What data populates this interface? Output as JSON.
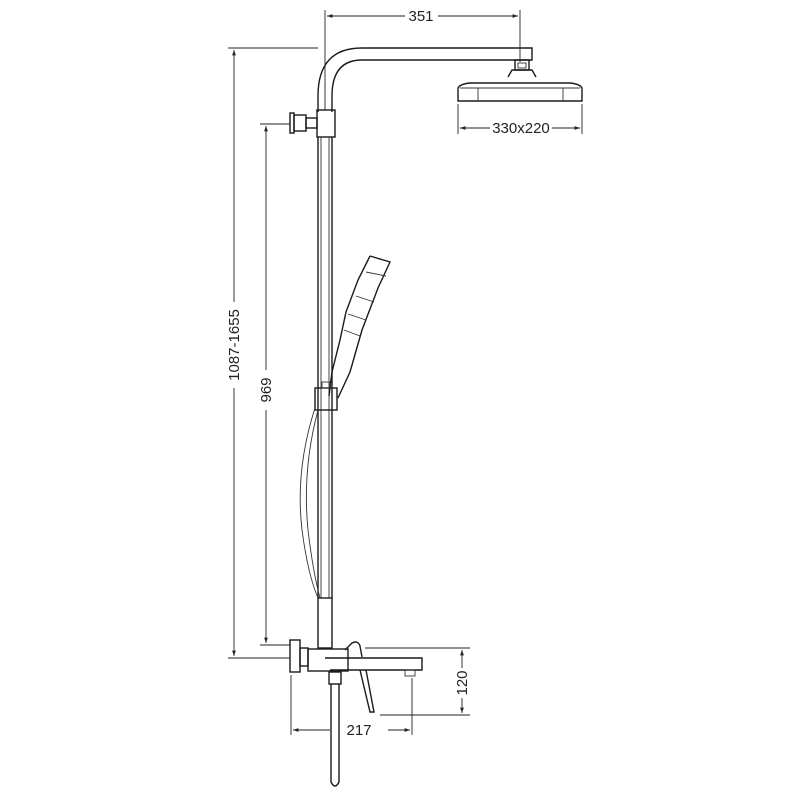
{
  "drawing": {
    "subject": "Shower column technical side-view drawing",
    "colors": {
      "line": "#1a1a1a",
      "background": "#ffffff"
    },
    "dimensions": {
      "arm_reach": "351",
      "head_size": "330x220",
      "total_height": "1087-1655",
      "rail_height": "969",
      "spout_height": "120",
      "spout_reach": "217"
    }
  }
}
